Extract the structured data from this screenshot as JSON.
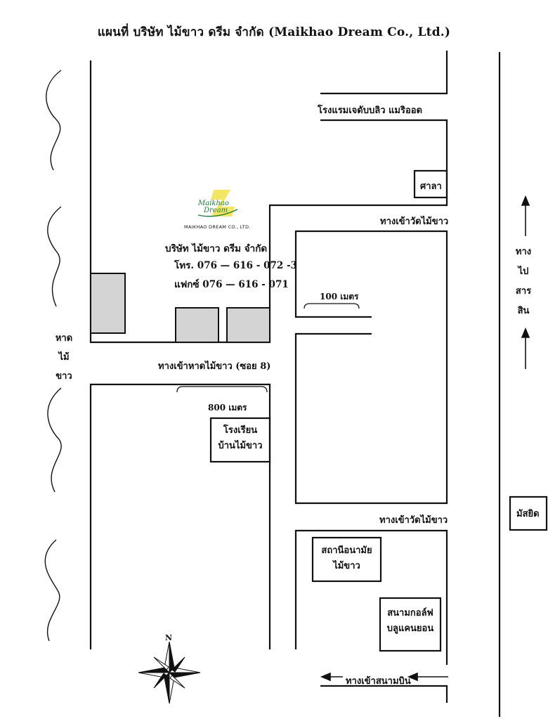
{
  "title": "แผนที่ บริษัท ไม้ขาว ดรีม จำกัด  (Maikhao Dream Co., Ltd.)",
  "company": {
    "logo_text_line1": "Maikhao",
    "logo_text_line2": "Dream",
    "logo_caption": "MAIKHAO DREAM CO., LTD.",
    "name_th": "บริษัท ไม้ขาว ดรีม  จำกัด",
    "phone": "โทร. 076 — 616 - 072 -3",
    "fax": "แฟกซ์ 076 — 616 - 071"
  },
  "places": {
    "hotel": "โรงแรมเจดับบลิว แมริออด",
    "sala": "ศาลา",
    "temple_entrance_1": "ทางเข้าวัดไม้ขาว",
    "temple_entrance_2": "ทางเข้าวัดไม้ขาว",
    "distance_100": "100 เมตร",
    "beach_road": "ทางเข้าหาดไม้ขาว (ซอย 8)",
    "distance_800": "800 เมตร",
    "school_line1": "โรงเรียน",
    "school_line2": "บ้านไม้ขาว",
    "health_line1": "สถานีอนามัย",
    "health_line2": "ไม้ขาว",
    "golf_line1": "สนามกอล์ฟ",
    "golf_line2": "บลูแคนยอน",
    "mosque": "มัสยิด",
    "airport_entrance": "ทางเข้าสนามบิน"
  },
  "beach_label": [
    "หาด",
    "ไม้",
    "ขาว"
  ],
  "highway_label": [
    "ทาง",
    "ไป",
    "สาร",
    "สิน"
  ],
  "compass": {
    "north": "N"
  },
  "colors": {
    "line": "#111111",
    "building_fill": "#d4d4d4",
    "logo_yellow": "#f2e24a",
    "logo_green": "#1f7a3a"
  }
}
